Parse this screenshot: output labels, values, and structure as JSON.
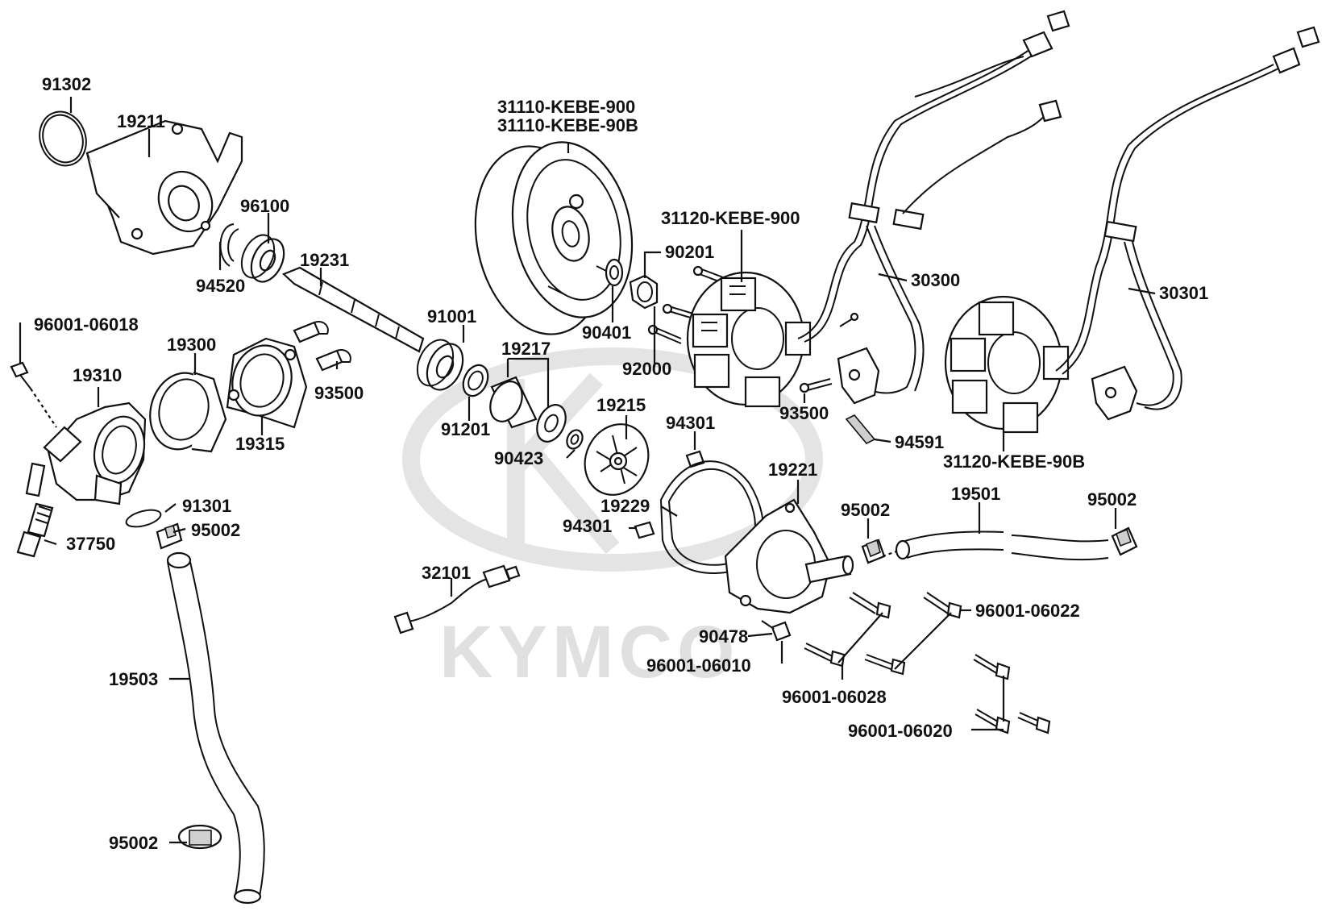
{
  "watermark": {
    "brand": "KYMCO"
  },
  "labels": {
    "l91302": "91302",
    "l19211": "19211",
    "l96100": "96100",
    "l94520": "94520",
    "l19231": "19231",
    "l96001_06018": "96001-06018",
    "l19300": "19300",
    "l19310": "19310",
    "l93500a": "93500",
    "l19315": "19315",
    "l91001": "91001",
    "l19217": "19217",
    "l91201": "91201",
    "l90423": "90423",
    "l91301": "91301",
    "l95002a": "95002",
    "l37750": "37750",
    "l31110a": "31110-KEBE-900",
    "l31110b": "31110-KEBE-90B",
    "l31120a": "31120-KEBE-900",
    "l90201": "90201",
    "l90401": "90401",
    "l92000": "92000",
    "l30300": "30300",
    "l30301": "30301",
    "l93500b": "93500",
    "l94591": "94591",
    "l31120b": "31120-KEBE-90B",
    "l19215": "19215",
    "l94301a": "94301",
    "l19229": "19229",
    "l94301b": "94301",
    "l19221": "19221",
    "l95002b": "95002",
    "l19501": "19501",
    "l95002c": "95002",
    "l32101": "32101",
    "l90478": "90478",
    "l96001_06010": "96001-06010",
    "l96001_06022": "96001-06022",
    "l96001_06028": "96001-06028",
    "l96001_06020": "96001-06020",
    "l19503": "19503",
    "l95002d": "95002"
  }
}
